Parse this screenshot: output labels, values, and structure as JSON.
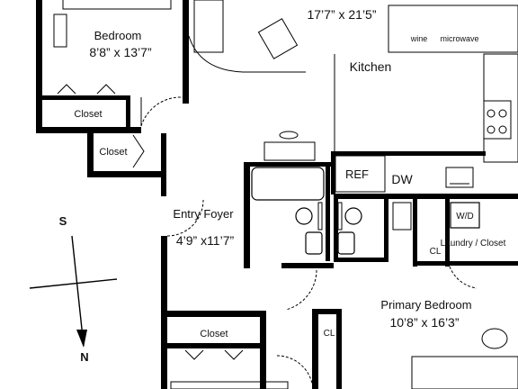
{
  "rooms": {
    "bedroom": {
      "name": "Bedroom",
      "size": "8’8” x 13’7”"
    },
    "living": {
      "size": "17’7” x 21’5”"
    },
    "kitchen": {
      "name": "Kitchen"
    },
    "foyer": {
      "name": "Entry Foyer",
      "size": "4’9” x11’7”"
    },
    "primary_bedroom": {
      "name": "Primary Bedroom",
      "size": "10’8” x 16’3”"
    }
  },
  "closets": {
    "bedroom_closet": "Closet",
    "hall_closet": "Closet",
    "lower_closet": "Closet",
    "primary_cl": "CL",
    "laundry_cl": "CL",
    "laundry": "Laundry / Closet"
  },
  "appliances": {
    "wine": "wine",
    "microwave": "microwave",
    "ref": "REF",
    "dw": "DW",
    "wd": "W/D"
  },
  "compass": {
    "south": "S",
    "north": "N"
  }
}
